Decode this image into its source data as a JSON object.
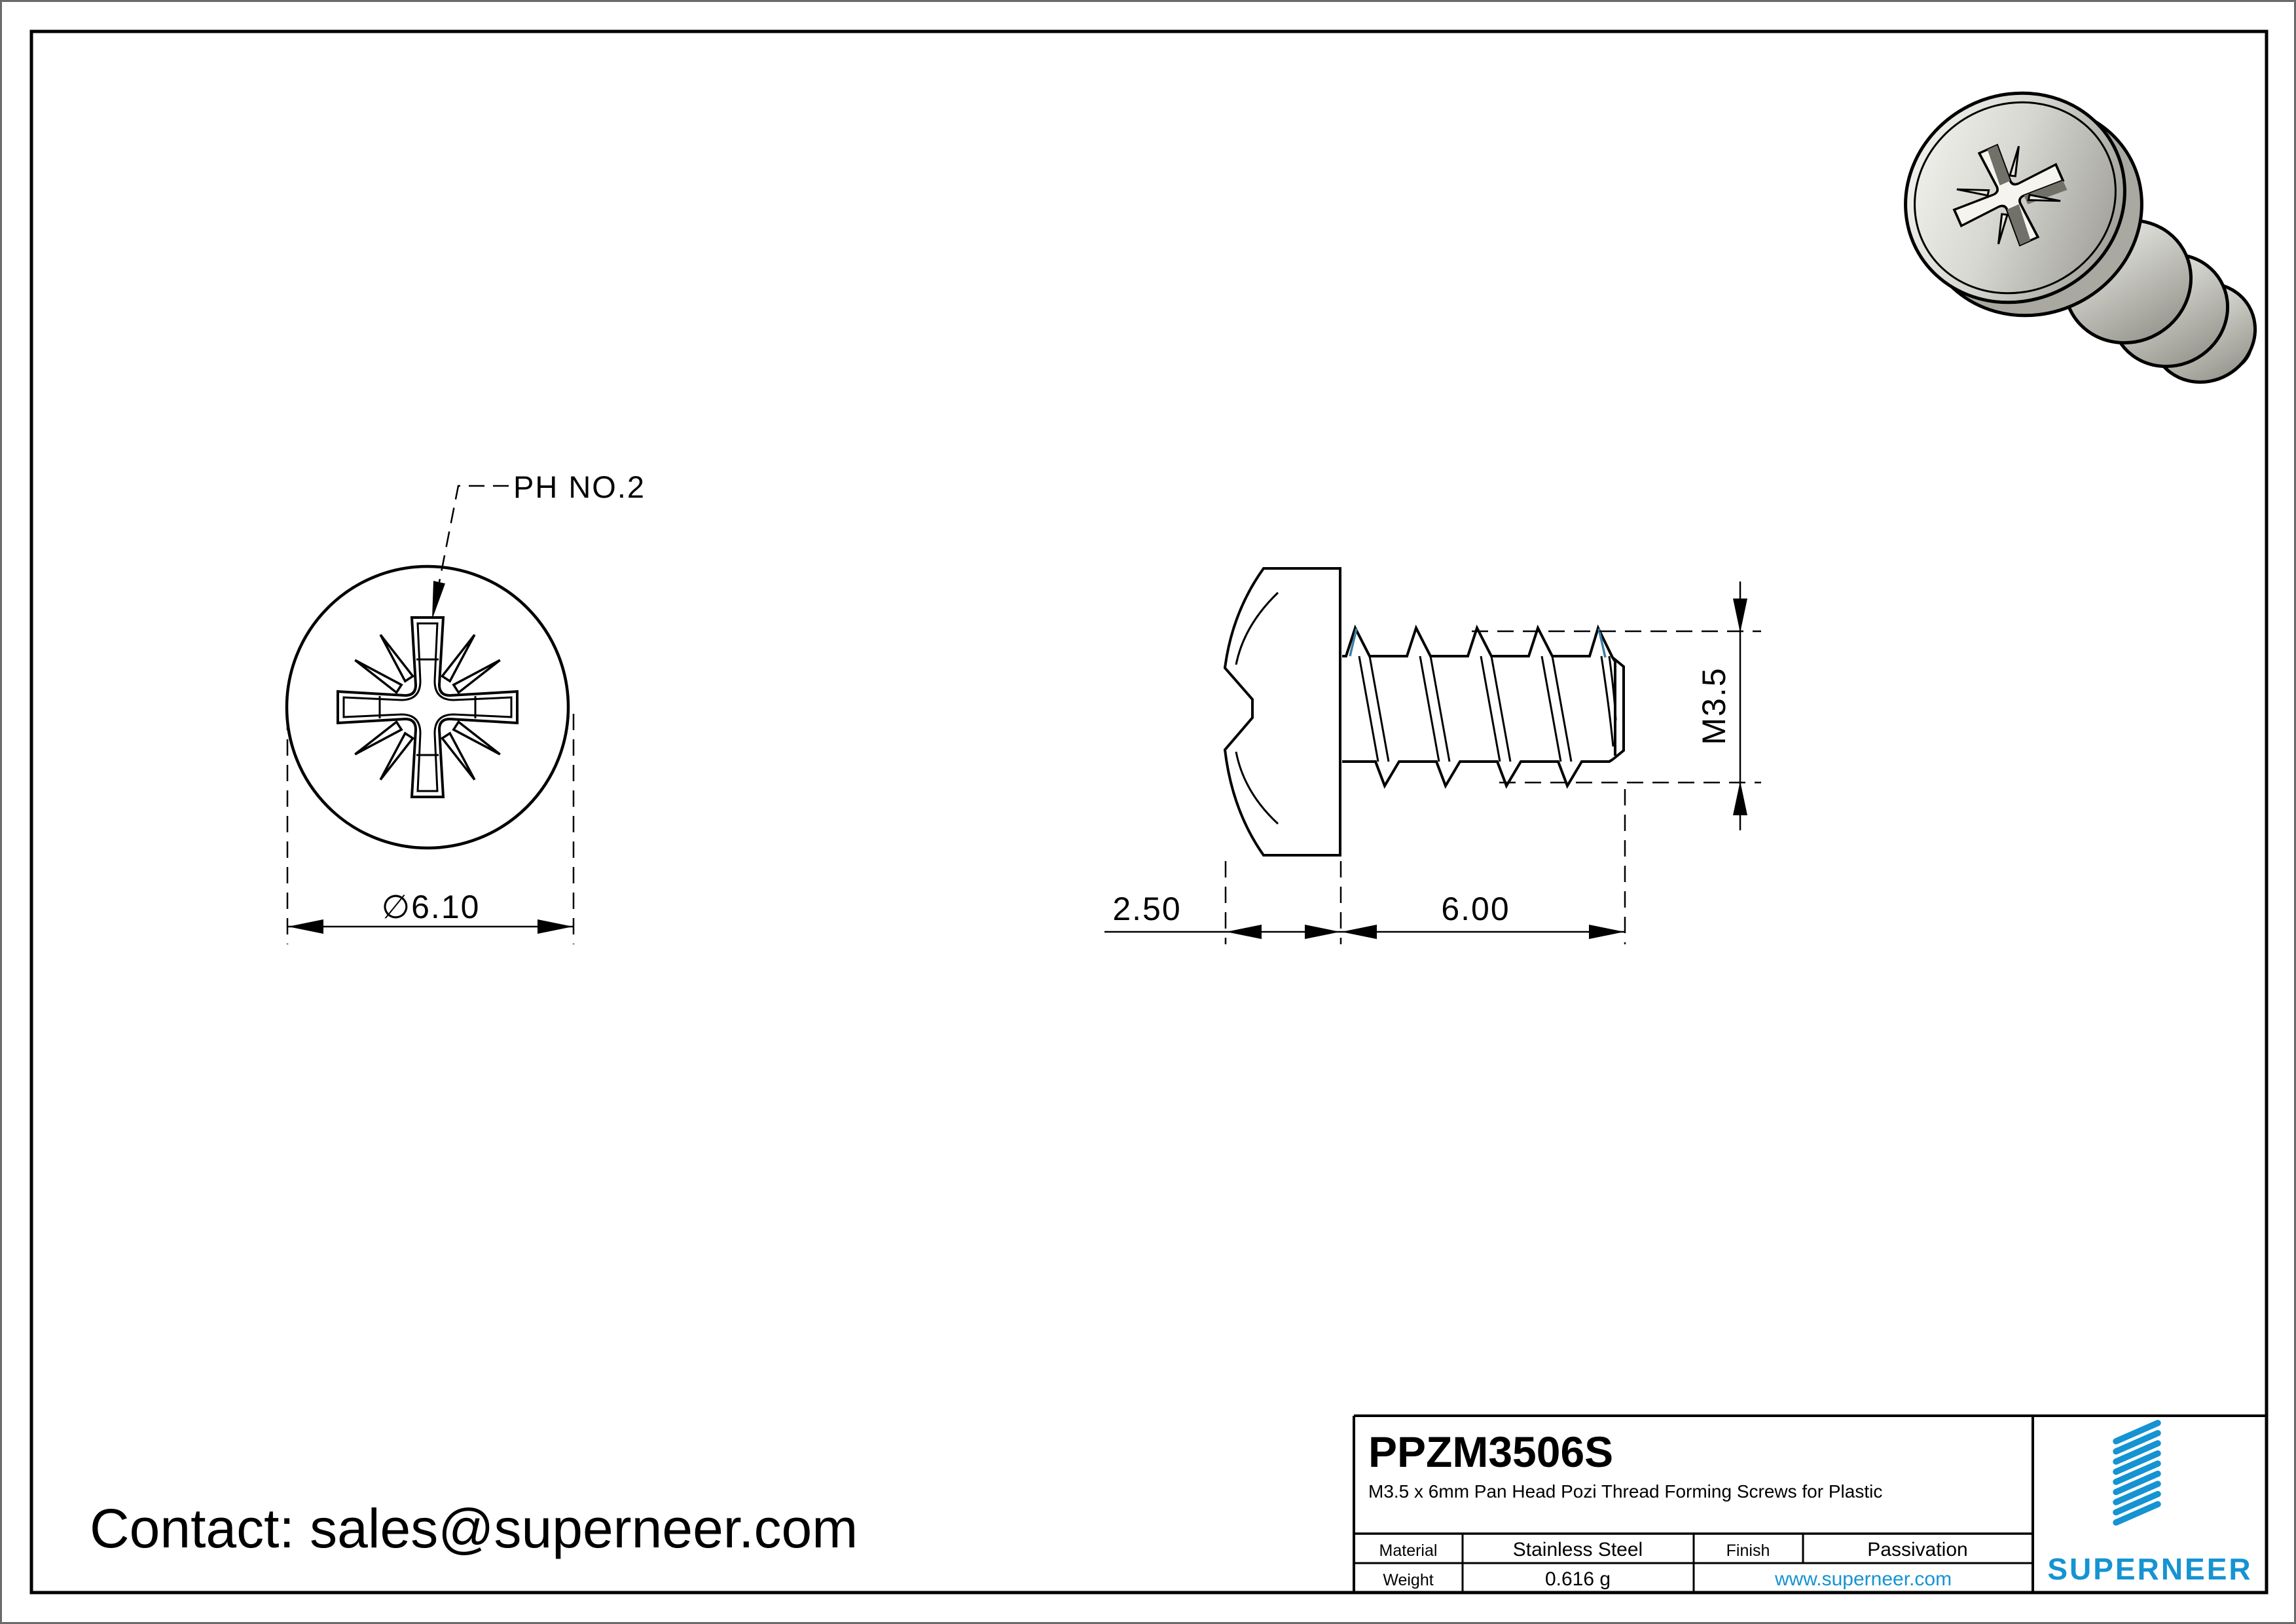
{
  "annotations": {
    "drive_label": "PH NO.2",
    "head_diameter": "∅6.10",
    "head_height": "2.50",
    "thread_length": "6.00",
    "thread_size": "M3.5"
  },
  "contact": {
    "text": "Contact: sales@superneer.com"
  },
  "title_block": {
    "part_number": "PPZM3506S",
    "description": "M3.5 x 6mm Pan Head Pozi Thread Forming Screws for Plastic",
    "material_label": "Material",
    "material_value": "Stainless Steel",
    "finish_label": "Finish",
    "finish_value": "Passivation",
    "weight_label": "Weight",
    "weight_value": "0.616 g",
    "website": "www.superneer.com",
    "brand": "SUPERNEER"
  },
  "colors": {
    "line": "#000000",
    "accent_blue": "#1593D2",
    "cad_blue": "#3B7FA6",
    "metal_light": "#f4f4f0",
    "metal_dark": "#8f8f88"
  }
}
